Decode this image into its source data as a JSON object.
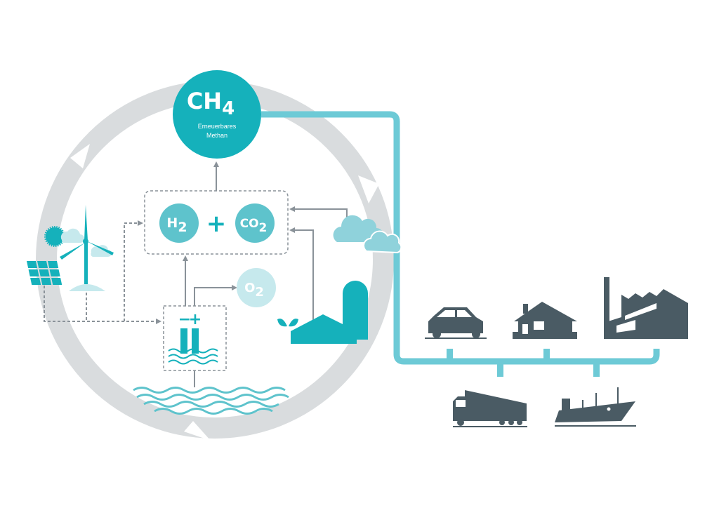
{
  "methane": {
    "formula": "CH",
    "sub": "4",
    "line1": "Erneuerbares",
    "line2": "Methan"
  },
  "hydrogen": {
    "formula": "H",
    "sub": "2"
  },
  "plus": "+",
  "carbon_dioxide": {
    "formula": "CO",
    "sub": "2"
  },
  "oxygen": {
    "formula": "O",
    "sub": "2"
  },
  "electrolysis": {
    "minus": "−",
    "plus": "+"
  },
  "colors": {
    "teal": "#15b1bb",
    "teal_mid": "#5ec3cc",
    "teal_light": "#c6e9ed",
    "pipe": "#6dcad6",
    "ring": "#d9dcde",
    "arrow": "#8a9299",
    "icon_dark": "#4a5b64"
  },
  "consumers": [
    "car-icon",
    "house-icon",
    "factory-icon",
    "truck-icon",
    "ship-icon"
  ]
}
